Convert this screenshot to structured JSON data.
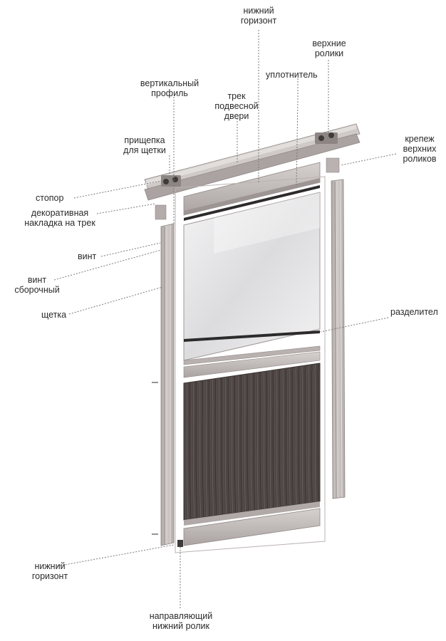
{
  "labels": {
    "lower_horizon_top": "нижний\nгоризонт",
    "upper_rollers": "верхние\nролики",
    "seal": "уплотнитель",
    "vertical_profile": "вертикальный\nпрофиль",
    "track": "трек\nподвесной\nдвери",
    "brush_clip": "прищепка\nдля щетки",
    "upper_roller_mount": "крепеж\nверхних\nроликов",
    "stopper": "стопор",
    "decorative_cover": "декоративная\nнакладка на трек",
    "screw": "винт",
    "assembly_screw": "винт\nсборочный",
    "brush": "щетка",
    "divider": "разделител",
    "lower_horizon_bottom": "нижний\nгоризонт",
    "lower_guide_roller": "направляющий\nнижний ролик"
  },
  "colors": {
    "profile": "#c7c1bf",
    "profile_shadow": "#9a9391",
    "wood": "#4d4543",
    "mirror": "#e9e9ea",
    "leader": "#7a7a7a",
    "text": "#2b2b2b"
  }
}
